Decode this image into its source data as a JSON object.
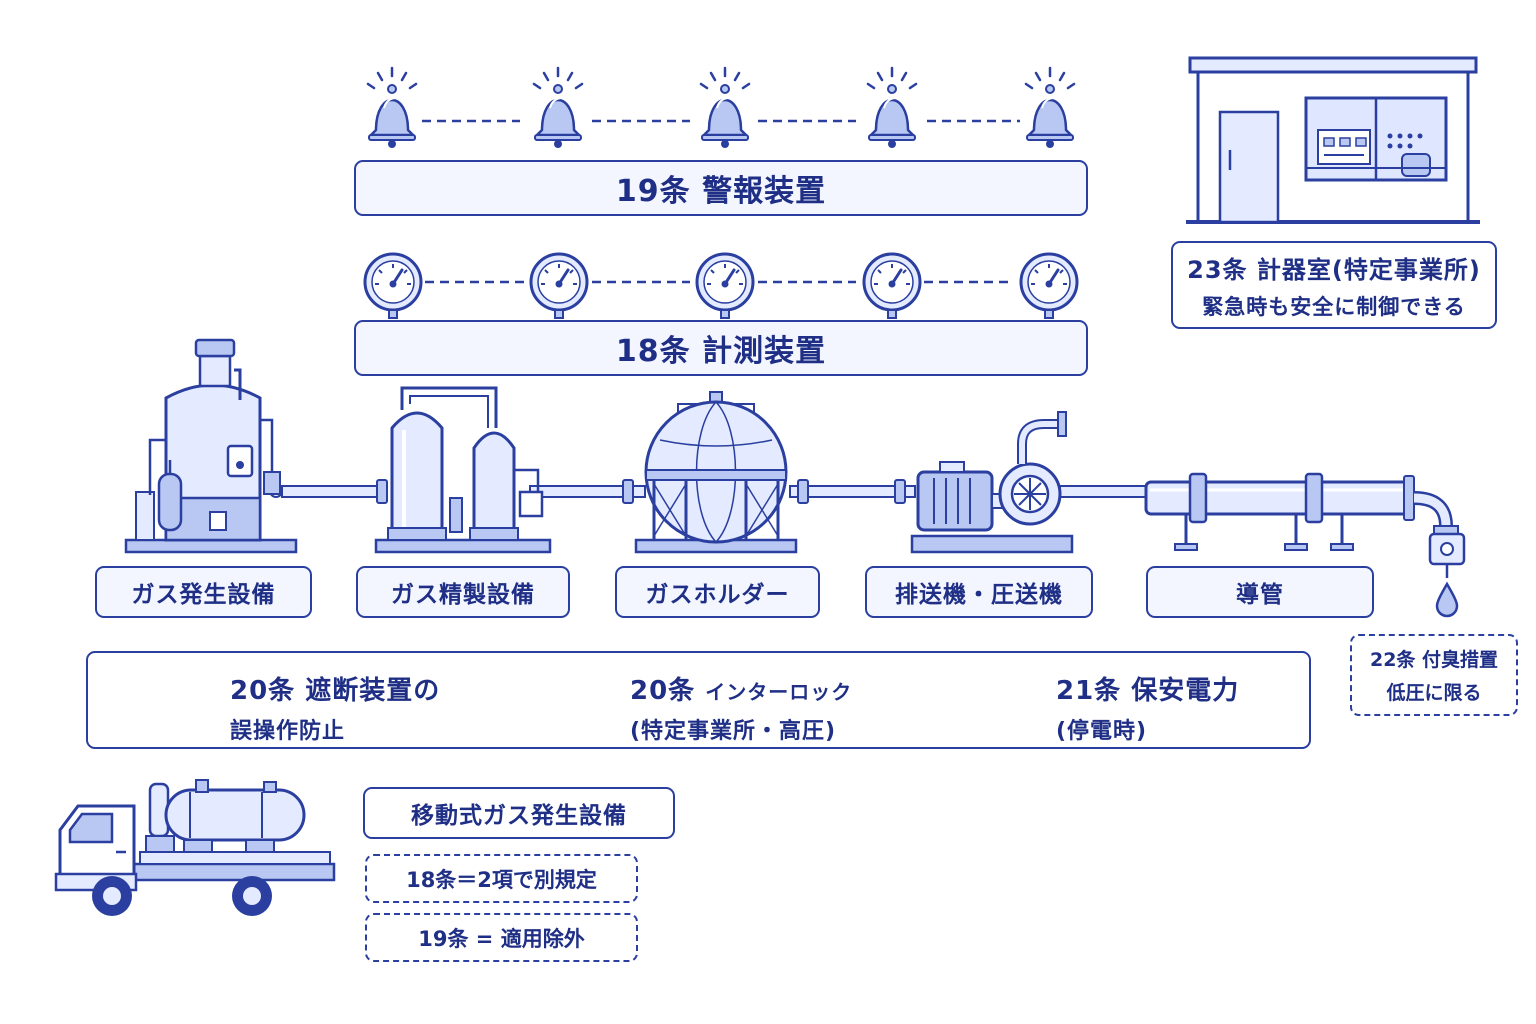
{
  "banners": {
    "alarm": "19条 警報装置",
    "measure": "18条 計測装置"
  },
  "control_room": {
    "line1": "23条 計器室(特定事業所)",
    "line2": "緊急時も安全に制御できる"
  },
  "equipment_labels": [
    "ガス発生設備",
    "ガス精製設備",
    "ガスホルダー",
    "排送機・圧送機",
    "導管"
  ],
  "odor": {
    "line1": "22条 付臭措置",
    "line2": "低圧に限る"
  },
  "safety_panel": {
    "valve": {
      "line1": "20条 遮断装置の",
      "line2": "誤操作防止"
    },
    "interlock": {
      "line1_num": "20条",
      "line1_text": "インターロック",
      "line2": "(特定事業所・高圧)"
    },
    "power": {
      "line1": "21条 保安電力",
      "line2": "(停電時)"
    }
  },
  "mobile": {
    "title": "移動式ガス発生設備",
    "note1": "18条＝2項で別規定",
    "note2": "19条 = 適用除外"
  },
  "colors": {
    "stroke": "#2a3f9f",
    "text": "#1f2f86",
    "fill_light": "#e4eaff",
    "fill_mid": "#b9c8f2",
    "background": "#ffffff"
  },
  "icons": [
    "bell-icon",
    "pressure-gauge-icon",
    "control-room-building-icon",
    "gas-generator-icon",
    "gas-purifier-icon",
    "gas-holder-sphere-icon",
    "pump-motor-icon",
    "pipeline-icon",
    "odorizer-drop-icon",
    "gate-valve-icon",
    "chain-link-icon",
    "battery-icon",
    "truck-icon"
  ]
}
